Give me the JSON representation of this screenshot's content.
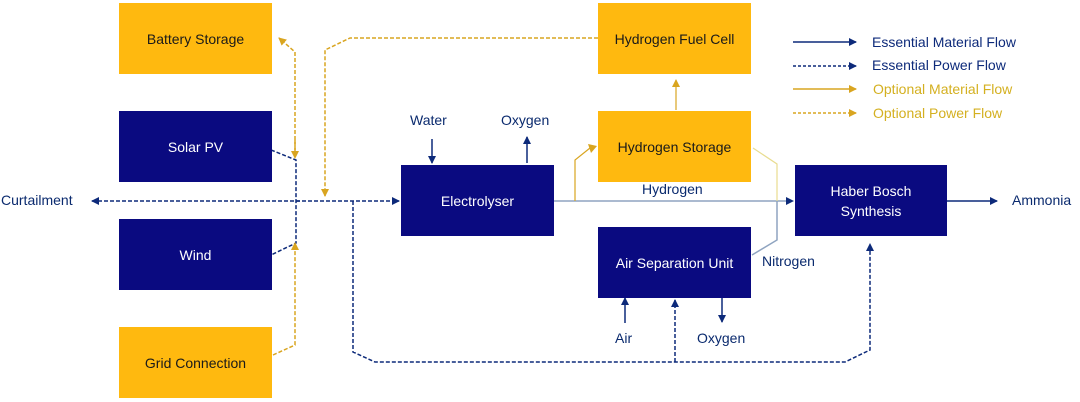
{
  "colors": {
    "essential": "#0A0A80",
    "essential_line": "#0D2A7A",
    "optional": "#FFB90F",
    "optional_line": "#D9A520",
    "optional_text": "#D4B020",
    "material_line_gray": "#8FA4C0"
  },
  "nodes": {
    "battery_storage": "Battery Storage",
    "solar_pv": "Solar PV",
    "wind": "Wind",
    "grid_connection": "Grid Connection",
    "hydrogen_fuel_cell": "Hydrogen Fuel Cell",
    "hydrogen_storage": "Hydrogen Storage",
    "electrolyser": "Electrolyser",
    "air_separation_unit": "Air Separation Unit",
    "haber_bosch_line1": "Haber Bosch",
    "haber_bosch_line2": "Synthesis"
  },
  "labels": {
    "curtailment": "Curtailment",
    "water": "Water",
    "oxygen_electrolyser": "Oxygen",
    "hydrogen": "Hydrogen",
    "nitrogen": "Nitrogen",
    "air": "Air",
    "oxygen_asu": "Oxygen",
    "ammonia": "Ammonia"
  },
  "legend": [
    {
      "label": "Essential Material Flow",
      "type": "essential-material"
    },
    {
      "label": "Essential Power Flow",
      "type": "essential-power"
    },
    {
      "label": "Optional Material Flow",
      "type": "optional-material"
    },
    {
      "label": "Optional Power Flow",
      "type": "optional-power"
    }
  ]
}
